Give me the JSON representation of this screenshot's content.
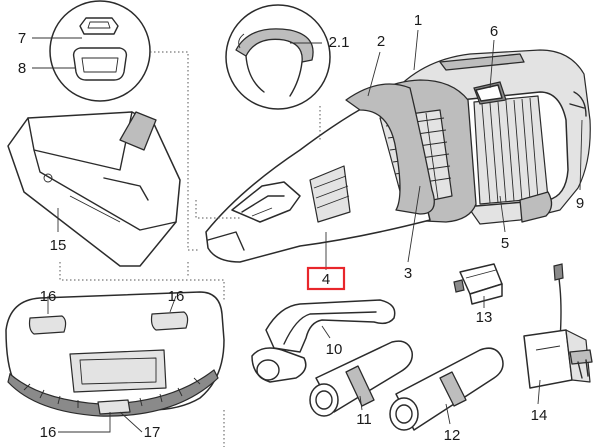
{
  "callouts": {
    "c1": "1",
    "c2": "2",
    "c2_1": "2.1",
    "c3": "3",
    "c4": "4",
    "c5": "5",
    "c6": "6",
    "c7": "7",
    "c8": "8",
    "c9": "9",
    "c10": "10",
    "c11": "11",
    "c12": "12",
    "c13": "13",
    "c14": "14",
    "c15": "15",
    "c16a": "16",
    "c16b": "16",
    "c16c": "16",
    "c17": "17"
  },
  "highlight": {
    "color": "#e8262b",
    "target": "4"
  }
}
